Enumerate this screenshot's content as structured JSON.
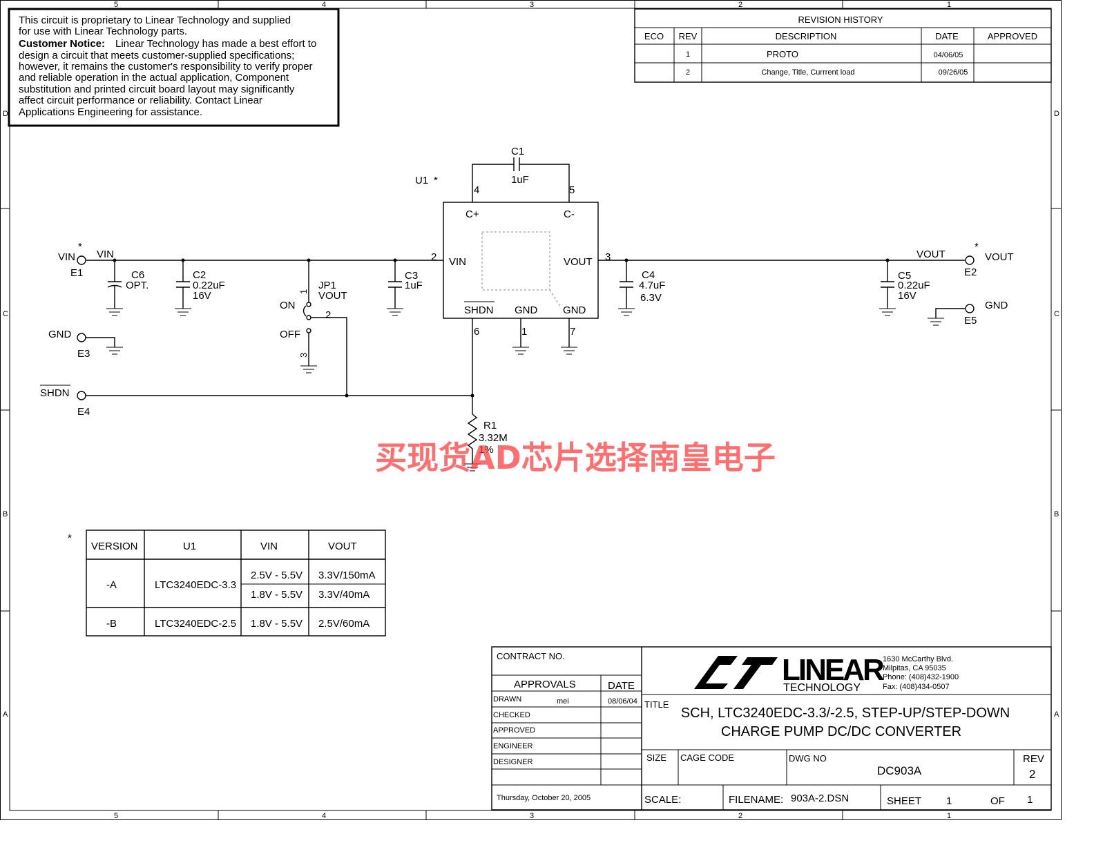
{
  "notice": {
    "lines": [
      "This circuit is proprietary to Linear Technology and supplied",
      "for use with Linear Technology parts."
    ],
    "bold": "Customer Notice:",
    "body": [
      "Linear Technology has made a best effort to",
      "design a circuit that meets customer-supplied specifications;",
      "however, it remains the customer's responsibility to verify proper",
      " and reliable operation in the actual application, Component",
      "substitution and printed circuit board layout may significantly",
      "affect circuit performance or reliability. Contact Linear",
      " Applications Engineering for assistance."
    ]
  },
  "zones": {
    "cols": [
      "5",
      "4",
      "3",
      "2",
      "1"
    ],
    "rows": [
      "D",
      "C",
      "B",
      "A"
    ]
  },
  "revision": {
    "title": "REVISION HISTORY",
    "headers": [
      "ECO",
      "REV",
      "DESCRIPTION",
      "DATE",
      "APPROVED"
    ],
    "rows": [
      {
        "eco": "",
        "rev": "1",
        "desc": "PROTO",
        "date": "04/06/05",
        "approved": ""
      },
      {
        "eco": "",
        "rev": "2",
        "desc": "Change, Title, Currrent load",
        "date": "09/26/05",
        "approved": ""
      }
    ]
  },
  "schematic": {
    "u1": {
      "ref": "U1",
      "star": "*",
      "pins": {
        "cp": "C+",
        "cm": "C-",
        "vin": "VIN",
        "vout": "VOUT",
        "shdn": "SHDN",
        "gnd1": "GND",
        "gnd2": "GND"
      },
      "nums": {
        "p4": "4",
        "p5": "5",
        "p2": "2",
        "p3": "3",
        "p6": "6",
        "p1": "1",
        "p7": "7"
      }
    },
    "c1": {
      "ref": "C1",
      "value": "1uF"
    },
    "c6": {
      "ref": "C6",
      "value": "OPT."
    },
    "c2": {
      "ref": "C2",
      "value": "0.22uF",
      "volt": "16V"
    },
    "c3": {
      "ref": "C3",
      "value": "1uF"
    },
    "c4": {
      "ref": "C4",
      "value": "4.7uF",
      "volt": "6.3V"
    },
    "c5": {
      "ref": "C5",
      "value": "0.22uF",
      "volt": "16V"
    },
    "r1": {
      "ref": "R1",
      "value": "3.32M",
      "tol": "1%"
    },
    "jp1": {
      "ref": "JP1",
      "label": "VOUT",
      "on": "ON",
      "off": "OFF",
      "p1": "1",
      "p2": "2",
      "p3": "3"
    },
    "e1": {
      "ref": "E1",
      "label": "VIN",
      "star": "*",
      "net": "VIN"
    },
    "e2": {
      "ref": "E2",
      "label": "VOUT",
      "star": "*",
      "net": "VOUT"
    },
    "e3": {
      "ref": "E3",
      "label": "GND"
    },
    "e4": {
      "ref": "E4",
      "label": "SHDN"
    },
    "e5": {
      "ref": "E5",
      "label": "GND"
    }
  },
  "watermark": "买现货AD芯片选择南皇电子",
  "versions": {
    "star": "*",
    "headers": [
      "VERSION",
      "U1",
      "VIN",
      "VOUT"
    ],
    "a": {
      "ver": "-A",
      "u1": "LTC3240EDC-3.3",
      "vin1": "2.5V - 5.5V",
      "vout1": "3.3V/150mA",
      "vin2": "1.8V - 5.5V",
      "vout2": "3.3V/40mA"
    },
    "b": {
      "ver": "-B",
      "u1": "LTC3240EDC-2.5",
      "vin": "1.8V - 5.5V",
      "vout": "2.5V/60mA"
    }
  },
  "titleblock": {
    "contract": "CONTRACT NO.",
    "approvals": "APPROVALS",
    "date_h": "DATE",
    "roles": [
      "DRAWN",
      "CHECKED",
      "APPROVED",
      "ENGINEER",
      "DESIGNER"
    ],
    "drawn_by": "mei",
    "drawn_date": "08/06/04",
    "date_printed": "Thursday, October 20, 2005",
    "company": "LINEAR",
    "company2": "TECHNOLOGY",
    "address": [
      "1630 McCarthy Blvd.",
      "Milpitas, CA 95035",
      "Phone: (408)432-1900",
      "Fax: (408)434-0507"
    ],
    "title_label": "TITLE",
    "title1": "SCH, LTC3240EDC-3.3/-2.5, STEP-UP/STEP-DOWN",
    "title2": "CHARGE PUMP DC/DC CONVERTER",
    "size_label": "SIZE",
    "cage_label": "CAGE CODE",
    "dwg_label": "DWG NO",
    "dwg": "DC903A",
    "rev_label": "REV",
    "rev": "2",
    "scale_label": "SCALE:",
    "filename_label": "FILENAME:",
    "filename": "903A-2.DSN",
    "sheet_label": "SHEET",
    "sheet": "1",
    "of_label": "OF",
    "of": "1"
  }
}
